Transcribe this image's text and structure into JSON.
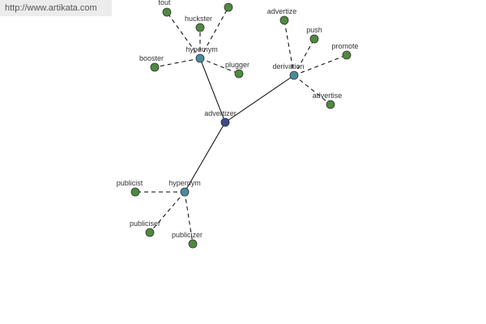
{
  "watermark": "http://www.artikata.com",
  "colors": {
    "center": "#3b4a8a",
    "relation": "#4a8b9a",
    "leaf": "#4f8a3f",
    "edge": "#000000"
  },
  "nodes": {
    "center": {
      "label": "advertizer",
      "kind": "center"
    },
    "hyper1": {
      "label": "hypernym",
      "kind": "relation"
    },
    "deriv": {
      "label": "derivation",
      "kind": "relation"
    },
    "hyper2": {
      "label": "hypernym",
      "kind": "relation"
    },
    "tout": {
      "label": "tout",
      "kind": "leaf"
    },
    "huckster": {
      "label": "huckster",
      "kind": "leaf"
    },
    "topleaf": {
      "label": "",
      "kind": "leaf"
    },
    "booster": {
      "label": "booster",
      "kind": "leaf"
    },
    "plugger": {
      "label": "plugger",
      "kind": "leaf"
    },
    "advertize": {
      "label": "advertize",
      "kind": "leaf"
    },
    "push": {
      "label": "push",
      "kind": "leaf"
    },
    "promote": {
      "label": "promote",
      "kind": "leaf"
    },
    "advertise": {
      "label": "advertise",
      "kind": "leaf"
    },
    "publicist": {
      "label": "publicist",
      "kind": "leaf"
    },
    "publiciser": {
      "label": "publiciser",
      "kind": "leaf"
    },
    "publicizer": {
      "label": "publicizer",
      "kind": "leaf"
    }
  }
}
